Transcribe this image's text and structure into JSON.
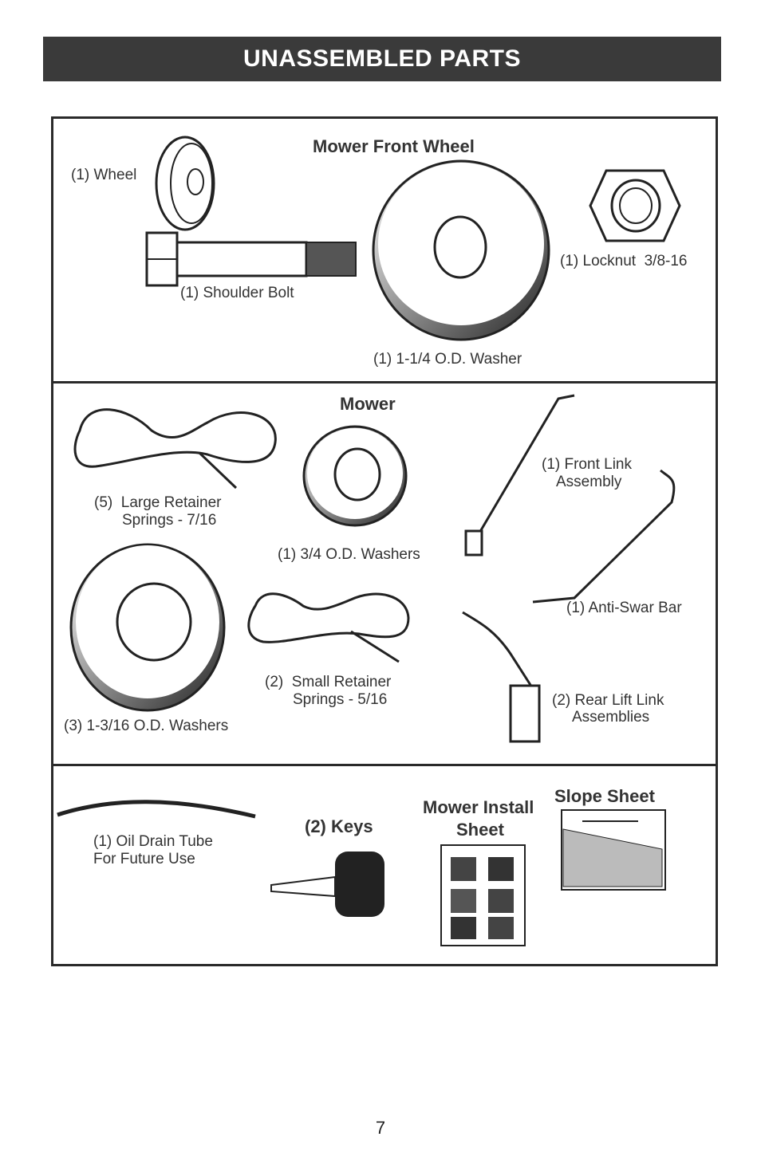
{
  "title": "UNASSEMBLED PARTS",
  "section1": {
    "heading": "Mower Front Wheel",
    "wheel": "(1) Wheel",
    "bolt": "(1) Shoulder Bolt",
    "locknut": "(1) Locknut  3/8-16",
    "washer": "(1) 1-1/4 O.D. Washer"
  },
  "section2": {
    "heading": "Mower",
    "large_springs_1": "(5)  Large Retainer",
    "large_springs_2": "Springs - 7/16",
    "washers34": "(1) 3/4 O.D. Washers",
    "front_link_1": "(1) Front Link",
    "front_link_2": "Assembly",
    "washers1316": "(3) 1-3/16 O.D. Washers",
    "small_springs_1": "(2)  Small Retainer",
    "small_springs_2": "Springs - 5/16",
    "antisway": "(1) Anti-Swar Bar",
    "rear_link_1": "(2) Rear Lift Link",
    "rear_link_2": "Assemblies"
  },
  "section3": {
    "tube_1": "(1) Oil Drain Tube",
    "tube_2": "For Future Use",
    "keys": "(2) Keys",
    "install_1": "Mower Install",
    "install_2": "Sheet",
    "slope": "Slope Sheet"
  },
  "page_number": "7"
}
